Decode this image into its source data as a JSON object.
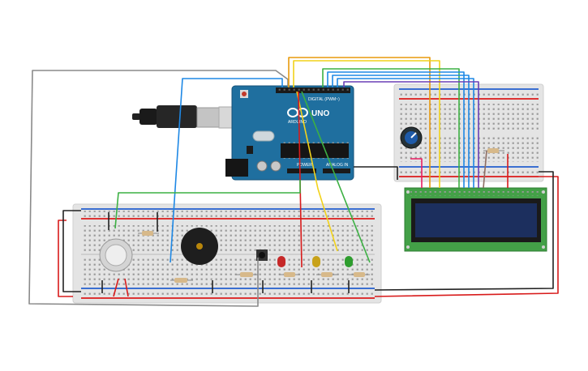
{
  "arduino": {
    "brand": "ARDUINO",
    "model": "UNO",
    "header_digital": "DIGITAL (PWM~)",
    "header_power": "POWER",
    "header_analog": "ANALOG IN",
    "color": "#1f6f9f"
  },
  "lcd": {
    "screen_color": "#1c2f5e",
    "pcb_color": "#43a047"
  },
  "colors": {
    "wire_red": "#d81b1b",
    "wire_black": "#222222",
    "wire_gray": "#8a8a8a",
    "wire_orange": "#e89a0c",
    "wire_yellow": "#f2d21a",
    "wire_green": "#3cb043",
    "wire_blue": "#1e88e5",
    "wire_purple": "#6a3fb5",
    "wire_brown": "#8d6e63",
    "led_red": "#c62828",
    "led_yellow": "#c8a21a",
    "led_green": "#2e9d2e"
  },
  "components": [
    "breadboard-main",
    "breadboard-small",
    "arduino-uno",
    "usb-cable",
    "lcd-16x2",
    "potentiometer",
    "gas-sensor",
    "piezo-buzzer",
    "push-button",
    "led-red",
    "led-yellow",
    "led-green",
    "resistors"
  ]
}
